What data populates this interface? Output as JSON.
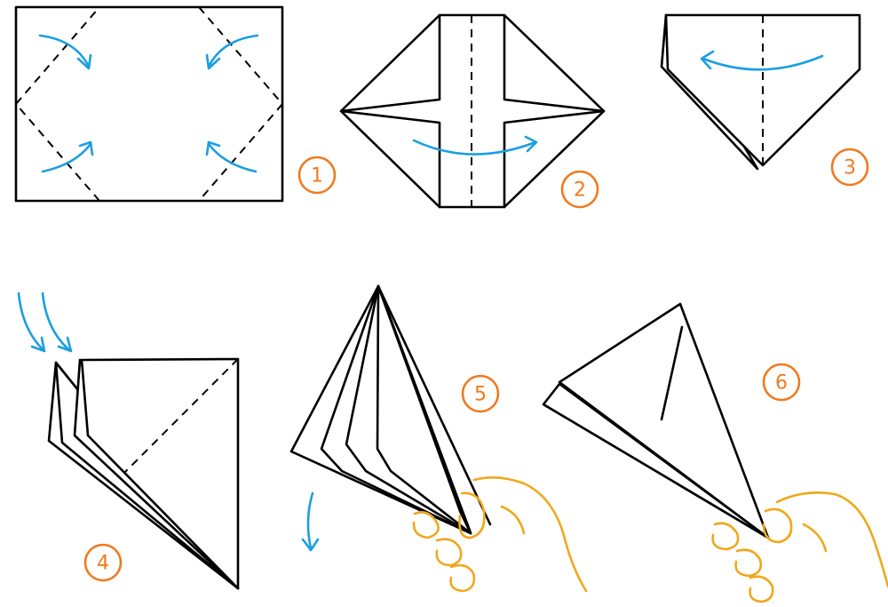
{
  "steps": [
    {
      "number": "1"
    },
    {
      "number": "2"
    },
    {
      "number": "3"
    },
    {
      "number": "4"
    },
    {
      "number": "5"
    },
    {
      "number": "6"
    }
  ],
  "colors": {
    "outline": "#000000",
    "arrow": "#1a9fe0",
    "step_badge": "#f07a1f",
    "hand": "#f0a81c"
  },
  "icons": [
    "fold-arrow-icon",
    "hand-icon"
  ]
}
